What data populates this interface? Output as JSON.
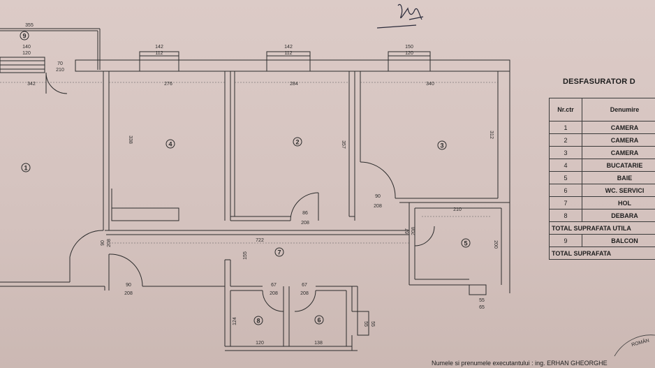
{
  "rooms": [
    {
      "id": "1",
      "label": "1"
    },
    {
      "id": "2",
      "label": "2"
    },
    {
      "id": "3",
      "label": "3"
    },
    {
      "id": "4",
      "label": "4"
    },
    {
      "id": "5",
      "label": "5"
    },
    {
      "id": "6",
      "label": "6"
    },
    {
      "id": "7",
      "label": "7"
    },
    {
      "id": "8",
      "label": "8"
    },
    {
      "id": "9",
      "label": "9"
    }
  ],
  "dims": {
    "balcony_len": "355",
    "win1_w": "140",
    "win1_h": "120",
    "door_bal_w": "70",
    "door_bal_h": "210",
    "room1_w": "342",
    "win4_w": "142",
    "win4_h": "112",
    "room4_w": "276",
    "room4_h": "338",
    "win2_w": "142",
    "win2_h": "112",
    "room2_w": "284",
    "room2_h": "357",
    "win3_w": "150",
    "win3_h": "120",
    "room3_w": "340",
    "room3_h": "312",
    "door2_w": "86",
    "door2_h": "208",
    "door3_w": "90",
    "door3_h": "208",
    "door_ent_w": "90",
    "door_ent_h": "208",
    "hall_w": "722",
    "hall_h": "155",
    "door1_w": "90",
    "door1_h": "208",
    "door5_w": "67",
    "door5_h": "208",
    "room5_w": "210",
    "room5_h": "200",
    "door8_w": "67",
    "door8_h": "208",
    "door6_w": "67",
    "door6_h": "208",
    "room8_w": "120",
    "room8_h": "124",
    "room6_w": "138",
    "vent_a": "55",
    "vent_b": "55",
    "vent2_a": "55",
    "vent2_b": "65"
  },
  "table": {
    "title": "DESFASURATOR D",
    "headers": {
      "nr": "Nr.ctr",
      "name": "Denumire"
    },
    "rows": [
      {
        "nr": "1",
        "name": "CAMERA"
      },
      {
        "nr": "2",
        "name": "CAMERA"
      },
      {
        "nr": "3",
        "name": "CAMERA"
      },
      {
        "nr": "4",
        "name": "BUCATARIE"
      },
      {
        "nr": "5",
        "name": "BAIE"
      },
      {
        "nr": "6",
        "name": "WC. SERVICI"
      },
      {
        "nr": "7",
        "name": "HOL"
      },
      {
        "nr": "8",
        "name": "DEBARA"
      }
    ],
    "total_useful": "TOTAL SUPRAFATA UTILA",
    "row9": {
      "nr": "9",
      "name": "BALCON"
    },
    "total": "TOTAL SUPRAFATA"
  },
  "footer": "Numele si prenumele executantului : ing. ERHAN GHEORGHE",
  "stamp_text": "ROMÂN",
  "colors": {
    "paper": "#d9c8c4",
    "ink": "#2b2b2b",
    "handwriting": "#2a2a3a"
  }
}
